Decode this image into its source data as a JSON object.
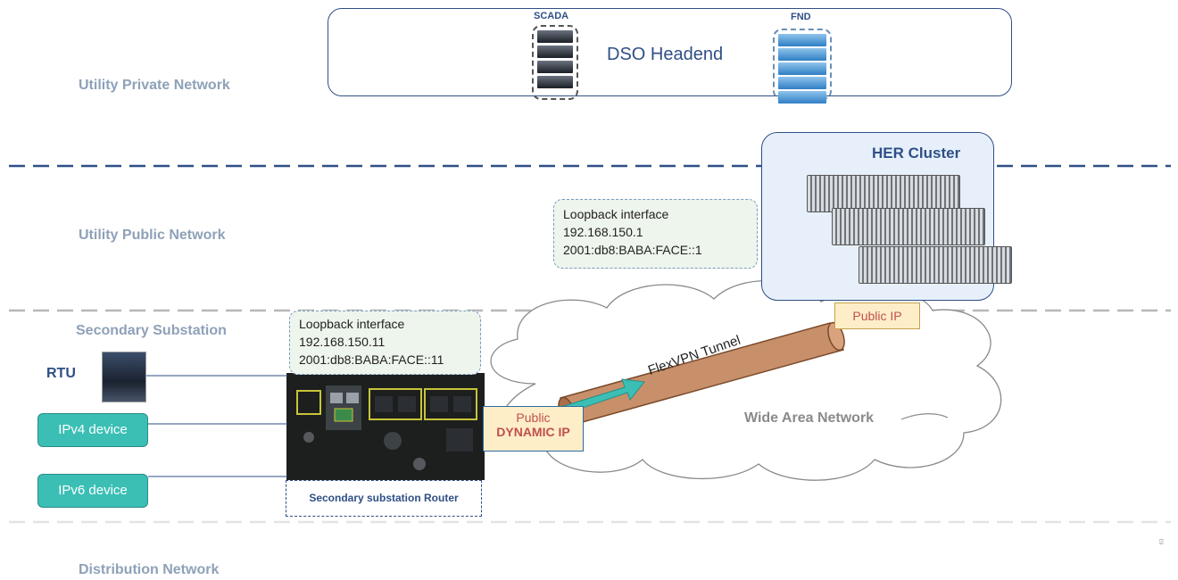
{
  "zones": {
    "private": "Utility Private Network",
    "public": "Utility Public Network",
    "secondary": "Secondary Substation",
    "distribution": "Distribution Network"
  },
  "headend": {
    "title": "DSO Headend",
    "scada_label": "SCADA",
    "fnd_label": "FND"
  },
  "her": {
    "title": "HER Cluster",
    "public_ip": "Public IP",
    "loopback": {
      "line1": "Loopback interface",
      "line2": "192.168.150.1",
      "line3": "2001:db8:BABA:FACE::1"
    }
  },
  "substation": {
    "loopback": {
      "line1": "Loopback interface",
      "line2": "192.168.150.11",
      "line3": "2001:db8:BABA:FACE::11"
    },
    "rtu_label": "RTU",
    "ipv4_device": "IPv4 device",
    "ipv6_device": "IPv6 device",
    "router_caption": "Secondary substation Router",
    "dyn_ip_line1": "Public",
    "dyn_ip_line2": "DYNAMIC IP"
  },
  "wan": {
    "label": "Wide Area Network",
    "tunnel_label": "FlexVPN Tunnel"
  },
  "footer_id": "63",
  "colors": {
    "navy": "#2f4f86",
    "zone_gray": "#8ea1b8",
    "teal": "#3bbfb5",
    "tunnel": "#c8906a",
    "arrow": "#3bbfb5",
    "ip_fill": "#fdeec7",
    "alert_red": "#c0504d"
  }
}
